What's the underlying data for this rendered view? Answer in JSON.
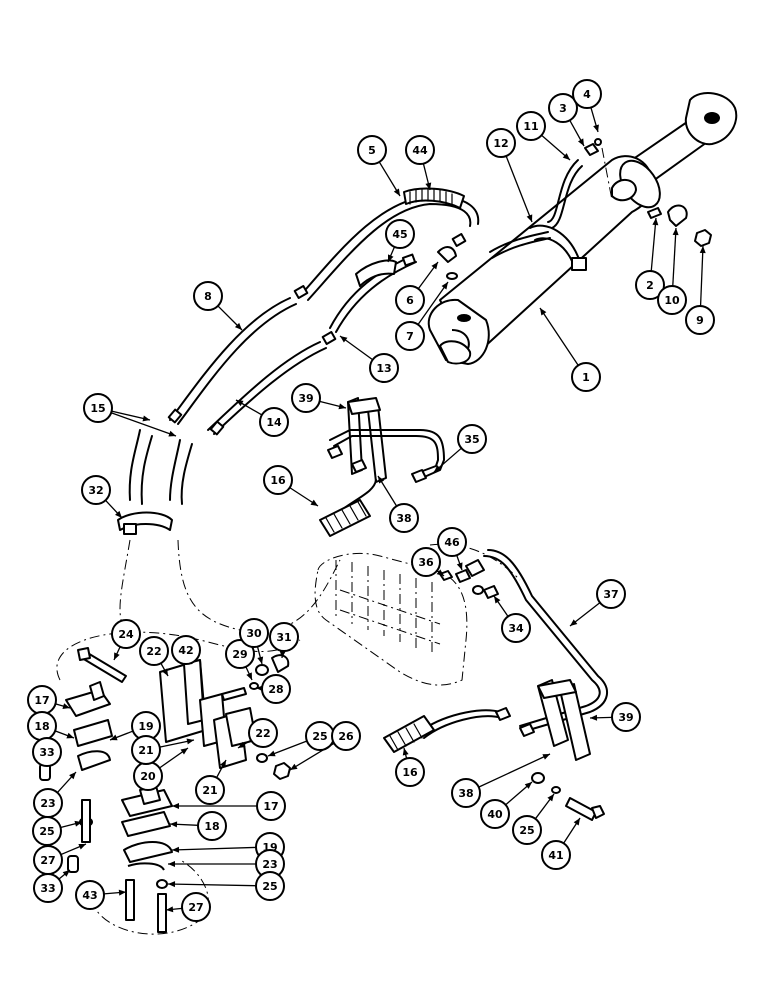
{
  "callouts": [
    {
      "id": "c1",
      "label": "1"
    },
    {
      "id": "c2",
      "label": "2"
    },
    {
      "id": "c3",
      "label": "3"
    },
    {
      "id": "c4",
      "label": "4"
    },
    {
      "id": "c5",
      "label": "5"
    },
    {
      "id": "c6",
      "label": "6"
    },
    {
      "id": "c7",
      "label": "7"
    },
    {
      "id": "c8",
      "label": "8"
    },
    {
      "id": "c9",
      "label": "9"
    },
    {
      "id": "c10",
      "label": "10"
    },
    {
      "id": "c11",
      "label": "11"
    },
    {
      "id": "c12",
      "label": "12"
    },
    {
      "id": "c13",
      "label": "13"
    },
    {
      "id": "c14",
      "label": "14"
    },
    {
      "id": "c15",
      "label": "15"
    },
    {
      "id": "c16a",
      "label": "16"
    },
    {
      "id": "c16b",
      "label": "16"
    },
    {
      "id": "c17a",
      "label": "17"
    },
    {
      "id": "c17b",
      "label": "17"
    },
    {
      "id": "c18a",
      "label": "18"
    },
    {
      "id": "c18b",
      "label": "18"
    },
    {
      "id": "c19a",
      "label": "19"
    },
    {
      "id": "c19b",
      "label": "19"
    },
    {
      "id": "c20",
      "label": "20"
    },
    {
      "id": "c21a",
      "label": "21"
    },
    {
      "id": "c21b",
      "label": "21"
    },
    {
      "id": "c22a",
      "label": "22"
    },
    {
      "id": "c22b",
      "label": "22"
    },
    {
      "id": "c23a",
      "label": "23"
    },
    {
      "id": "c23b",
      "label": "23"
    },
    {
      "id": "c24",
      "label": "24"
    },
    {
      "id": "c25a",
      "label": "25"
    },
    {
      "id": "c25b",
      "label": "25"
    },
    {
      "id": "c25c",
      "label": "25"
    },
    {
      "id": "c25d",
      "label": "25"
    },
    {
      "id": "c26",
      "label": "26"
    },
    {
      "id": "c27a",
      "label": "27"
    },
    {
      "id": "c27b",
      "label": "27"
    },
    {
      "id": "c28",
      "label": "28"
    },
    {
      "id": "c29",
      "label": "29"
    },
    {
      "id": "c30",
      "label": "30"
    },
    {
      "id": "c31",
      "label": "31"
    },
    {
      "id": "c32",
      "label": "32"
    },
    {
      "id": "c33a",
      "label": "33"
    },
    {
      "id": "c33b",
      "label": "33"
    },
    {
      "id": "c34",
      "label": "34"
    },
    {
      "id": "c35",
      "label": "35"
    },
    {
      "id": "c36",
      "label": "36"
    },
    {
      "id": "c37",
      "label": "37"
    },
    {
      "id": "c38a",
      "label": "38"
    },
    {
      "id": "c38b",
      "label": "38"
    },
    {
      "id": "c39a",
      "label": "39"
    },
    {
      "id": "c39b",
      "label": "39"
    },
    {
      "id": "c40",
      "label": "40"
    },
    {
      "id": "c41",
      "label": "41"
    },
    {
      "id": "c42",
      "label": "42"
    },
    {
      "id": "c43",
      "label": "43"
    },
    {
      "id": "c44",
      "label": "44"
    },
    {
      "id": "c45",
      "label": "45"
    },
    {
      "id": "c46",
      "label": "46"
    }
  ]
}
